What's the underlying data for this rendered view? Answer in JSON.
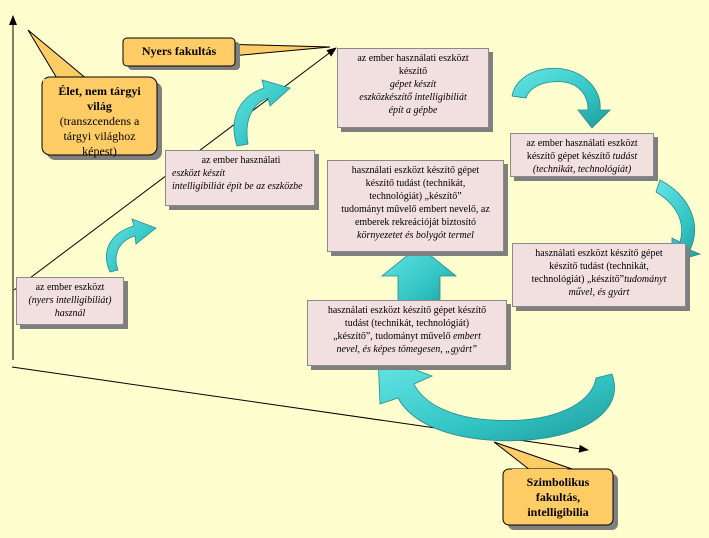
{
  "callouts": {
    "nyers": {
      "title": "Nyers fakultás"
    },
    "elet": {
      "title_line1": "Élet, nem tárgyi",
      "title_line2": "világ",
      "sub_line1": "(transzcendens a",
      "sub_line2": "tárgyi világhoz",
      "sub_line3": "képest)"
    },
    "szimbolikus": {
      "line1": "Szimbolikus",
      "line2": "fakultás,",
      "line3": "intelligibilia"
    }
  },
  "boxes": {
    "b1": {
      "l1": "az ember eszközt",
      "l2": "(nyers intelligibiliát)",
      "l3": "használ"
    },
    "b2": {
      "l1": "az ember használati",
      "l2": "eszközt készít",
      "l3": "intelligibiliát épít be az eszközbe"
    },
    "b3": {
      "l1": "az ember használati eszközt",
      "l2": "készítő",
      "l3": "gépet készít",
      "l4": "eszközkészítő intelligibiliát",
      "l5": "épít a gépbe"
    },
    "b4": {
      "l1": "az ember használati eszközt",
      "l2a": "készítő gépet készítő ",
      "l2b": "tudást",
      "l3": "(technikát, technológiát)"
    },
    "b5": {
      "l1": "használati eszközt készítő gépet",
      "l2": "készítő tudást (technikát,",
      "l3": "technológiát) „készítő”",
      "l4": "tudományt művelő embert nevelő, az",
      "l5": "emberek rekreációját biztosító",
      "l6": "környezetet és bolygót termel"
    },
    "b6": {
      "l1": "használati eszközt készítő gépet",
      "l2": "készítő tudást (technikát,",
      "l3a": "technológiát) „készítő”",
      "l3b": "tudományt",
      "l4": "művel, és gyárt"
    },
    "b7": {
      "l1": "használati eszközt készítő gépet készítő",
      "l2": "tudást (technikát, technológiát)",
      "l3a": "„készítő”, tudományt művelő ",
      "l3b": "embert",
      "l4": "nevel, és képes tömegesen, „gyártˮ"
    }
  },
  "colors": {
    "background": "#fefecf",
    "box_fill": "#f2dfdf",
    "callout_fill": "#ffcc66",
    "arrow_teal": "#33cccc"
  }
}
